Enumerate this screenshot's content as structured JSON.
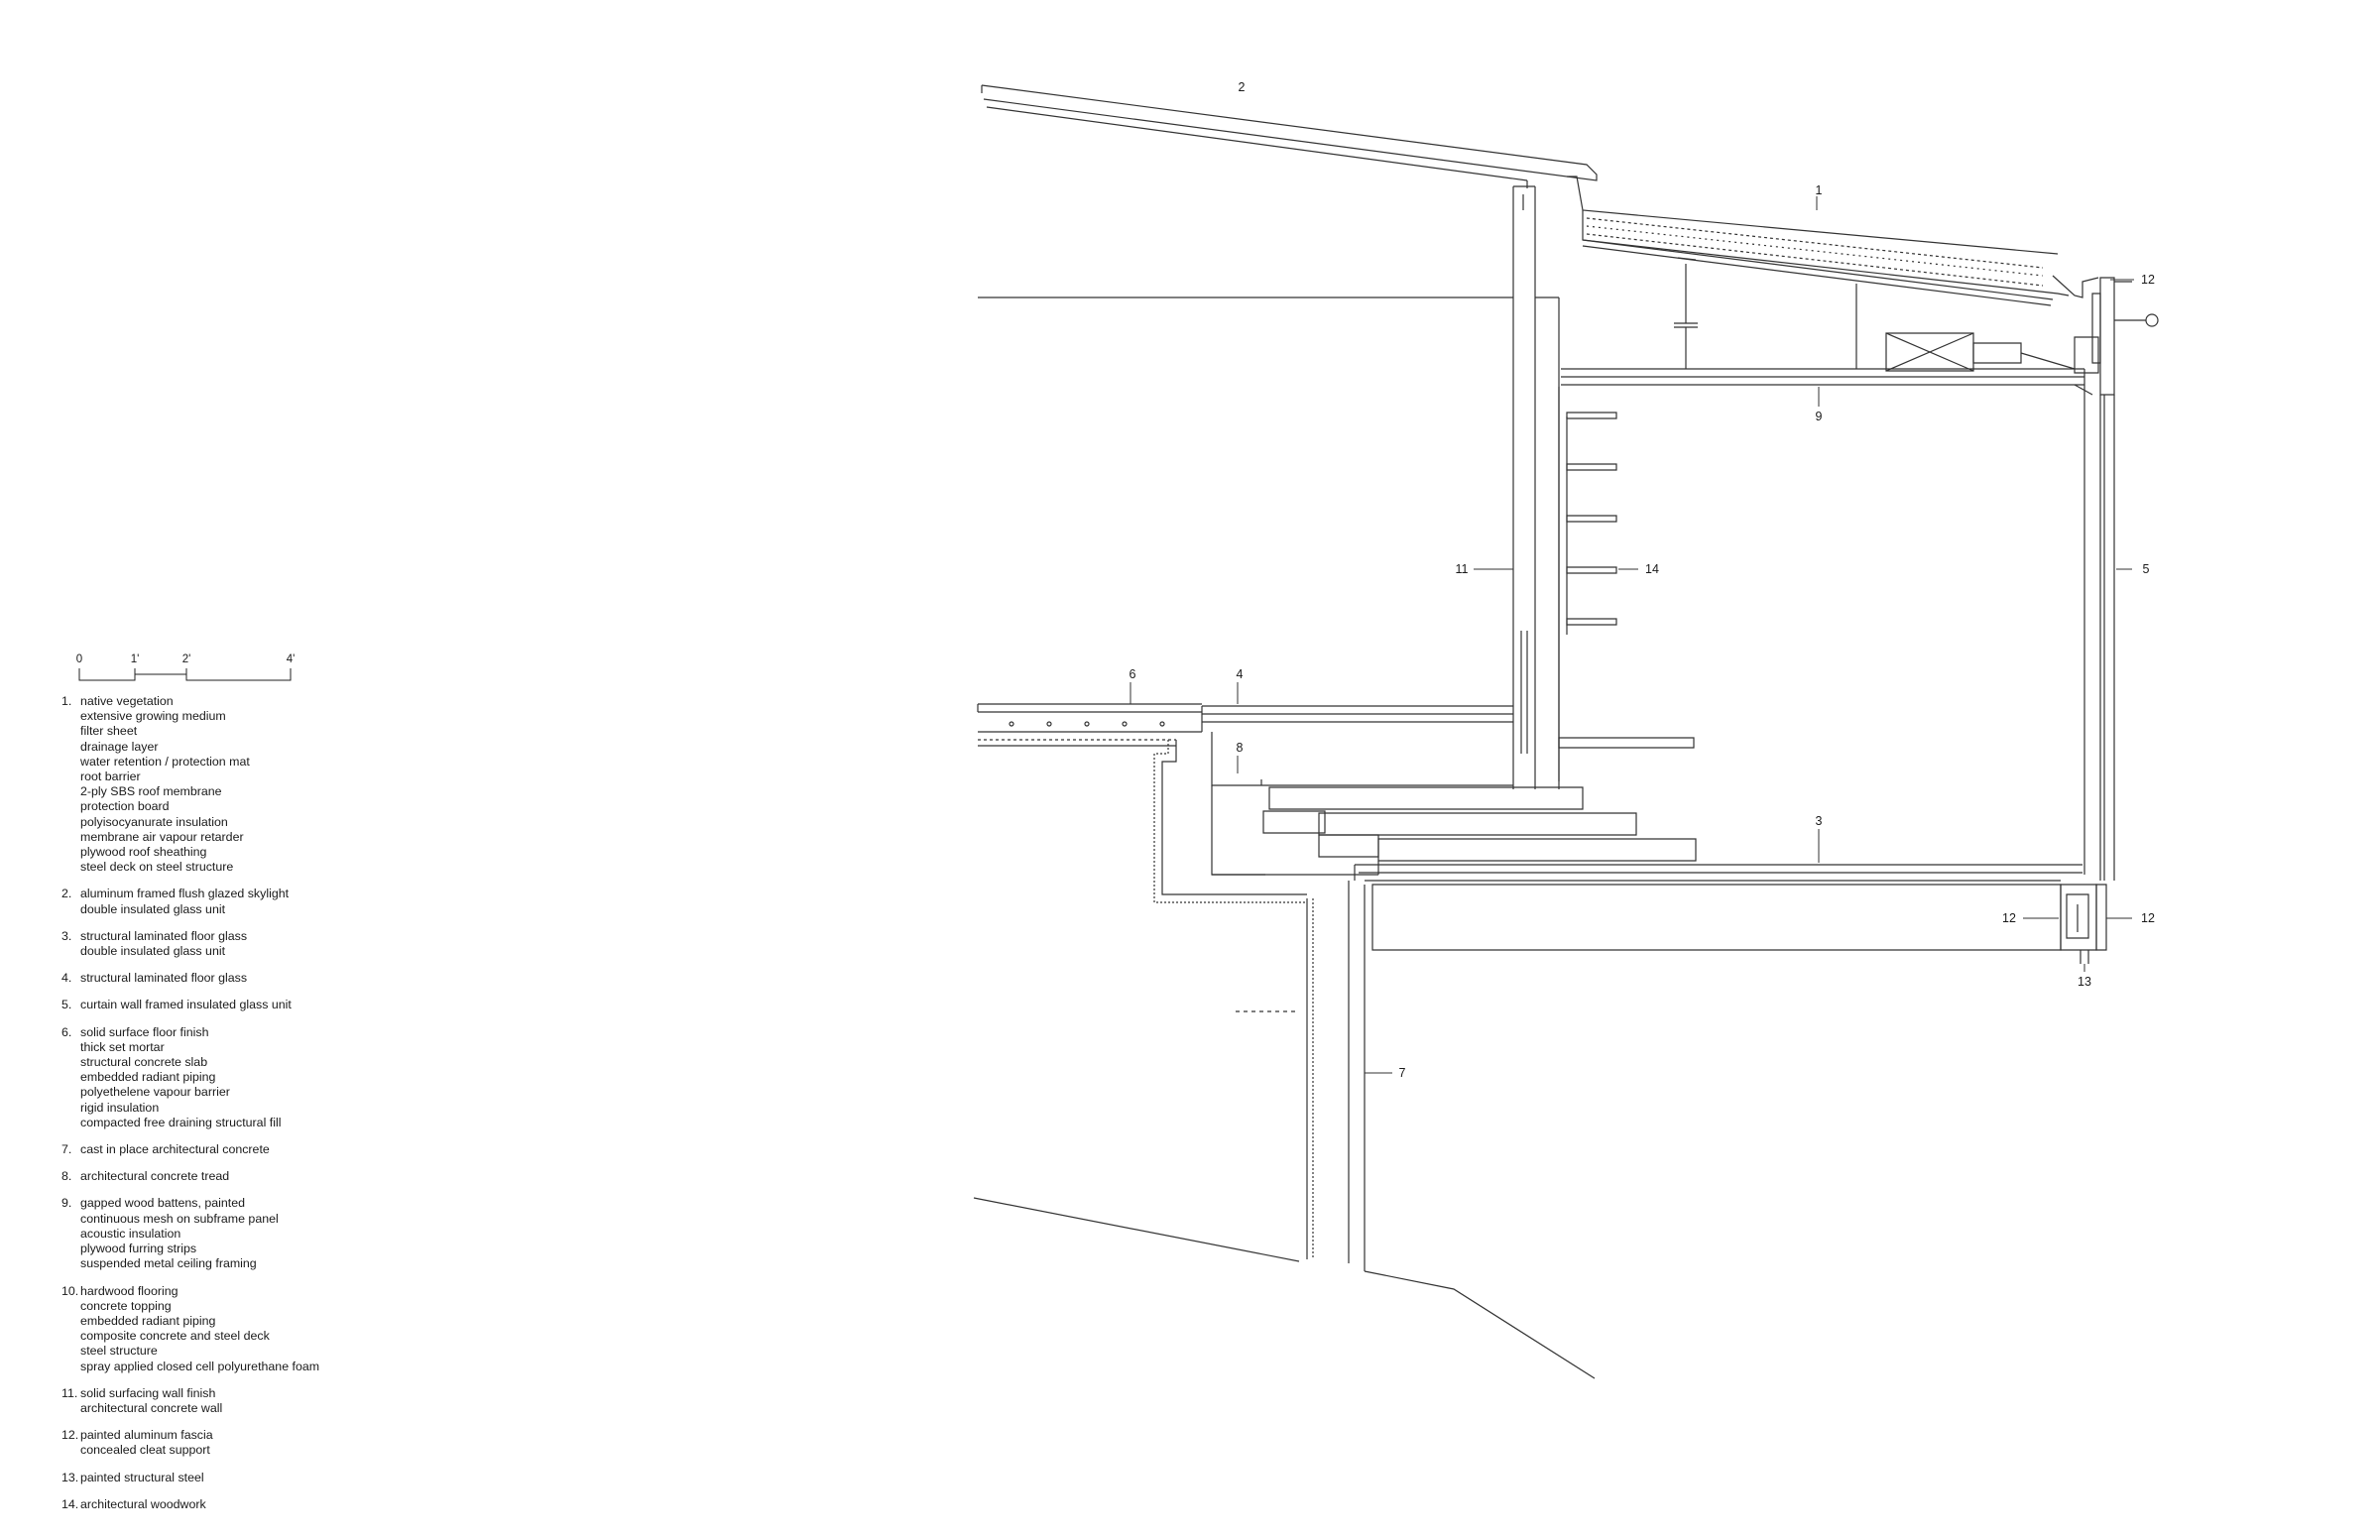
{
  "scale_bar": {
    "labels": [
      "0",
      "1'",
      "2'",
      "4'"
    ]
  },
  "callouts": [
    {
      "id": "c1",
      "text": "1"
    },
    {
      "id": "c2",
      "text": "2"
    },
    {
      "id": "c3",
      "text": "3"
    },
    {
      "id": "c4",
      "text": "4"
    },
    {
      "id": "c5",
      "text": "5"
    },
    {
      "id": "c6",
      "text": "6"
    },
    {
      "id": "c7",
      "text": "7"
    },
    {
      "id": "c8",
      "text": "8"
    },
    {
      "id": "c9",
      "text": "9"
    },
    {
      "id": "c11",
      "text": "11"
    },
    {
      "id": "c12a",
      "text": "12"
    },
    {
      "id": "c12b",
      "text": "12"
    },
    {
      "id": "c12c",
      "text": "12"
    },
    {
      "id": "c13",
      "text": "13"
    },
    {
      "id": "c14",
      "text": "14"
    }
  ],
  "notes": [
    {
      "num": "1.",
      "lines": [
        "native vegetation",
        "extensive growing medium",
        "filter sheet",
        "drainage layer",
        "water retention / protection mat",
        "root barrier",
        "2-ply SBS roof membrane",
        "protection board",
        "polyisocyanurate insulation",
        "membrane air vapour retarder",
        "plywood roof sheathing",
        "steel deck on steel structure"
      ]
    },
    {
      "num": "2.",
      "lines": [
        "aluminum framed flush glazed skylight",
        "double insulated glass unit"
      ]
    },
    {
      "num": "3.",
      "lines": [
        "structural laminated floor glass",
        "double insulated glass unit"
      ]
    },
    {
      "num": "4.",
      "lines": [
        "structural laminated floor glass"
      ]
    },
    {
      "num": "5.",
      "lines": [
        "curtain wall framed insulated glass unit"
      ]
    },
    {
      "num": "6.",
      "lines": [
        "solid surface floor finish",
        "thick set mortar",
        "structural concrete slab",
        "embedded radiant piping",
        "polyethelene vapour barrier",
        "rigid insulation",
        "compacted free draining structural fill"
      ]
    },
    {
      "num": "7.",
      "lines": [
        "cast in place architectural concrete"
      ]
    },
    {
      "num": "8.",
      "lines": [
        "architectural concrete tread"
      ]
    },
    {
      "num": "9.",
      "lines": [
        "gapped wood battens, painted",
        "continuous mesh on subframe panel",
        "acoustic insulation",
        "plywood furring strips",
        "suspended metal ceiling framing"
      ]
    },
    {
      "num": "10.",
      "lines": [
        "hardwood flooring",
        "concrete topping",
        "embedded radiant piping",
        "composite concrete and steel deck",
        "steel structure",
        "spray applied closed cell polyurethane foam"
      ]
    },
    {
      "num": "11.",
      "lines": [
        "solid surfacing wall finish",
        "architectural concrete wall"
      ]
    },
    {
      "num": "12.",
      "lines": [
        "painted aluminum fascia",
        "concealed cleat support"
      ]
    },
    {
      "num": "13.",
      "lines": [
        "painted structural steel"
      ]
    },
    {
      "num": "14.",
      "lines": [
        "architectural woodwork"
      ]
    }
  ]
}
